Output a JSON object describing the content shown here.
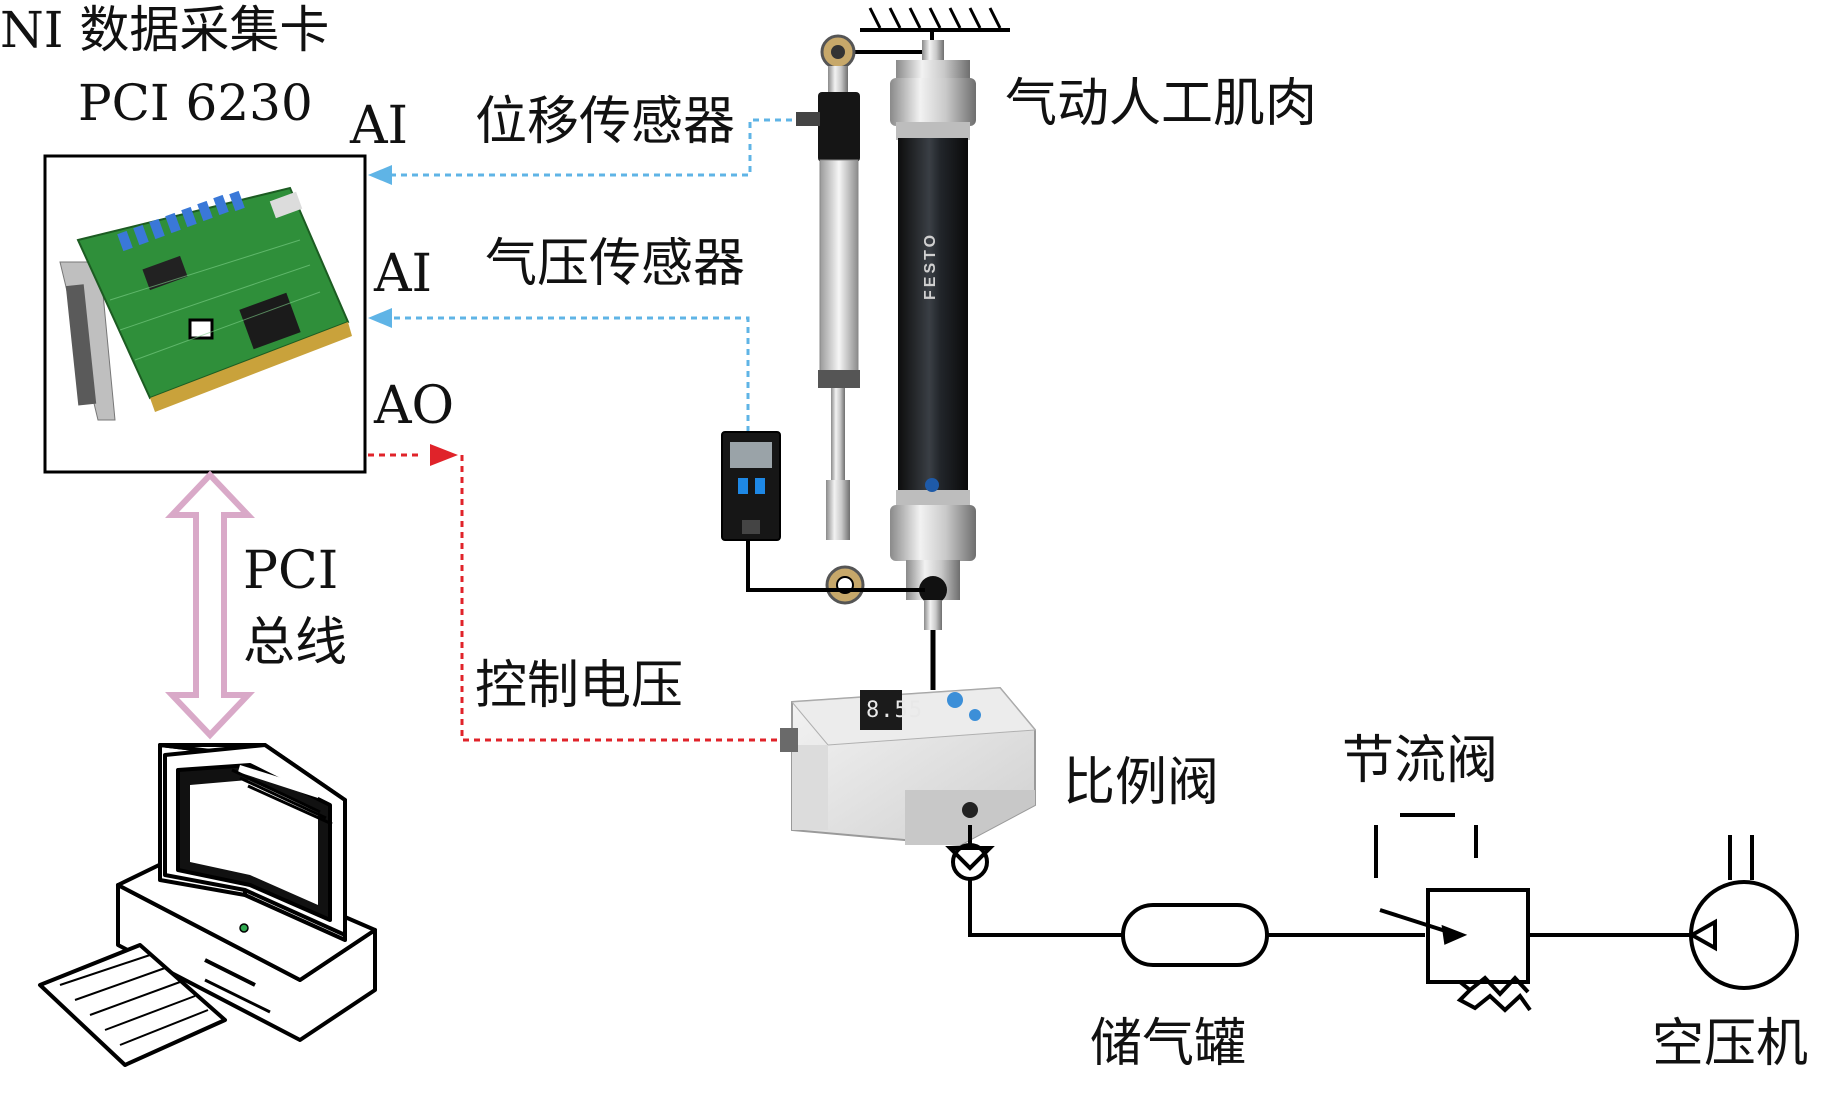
{
  "daq": {
    "title": "NI 数据采集卡",
    "model": "PCI 6230"
  },
  "ports": {
    "ai_displacement": "AI",
    "ai_pressure": "AI",
    "ao": "AO"
  },
  "bus": {
    "line1": "PCI",
    "line2": "总线"
  },
  "components": {
    "displacement_sensor": "位移传感器",
    "pressure_sensor": "气压传感器",
    "muscle": "气动人工肌肉",
    "control_voltage": "控制电压",
    "proportional_valve": "比例阀",
    "throttle_valve": "节流阀",
    "tank": "储气罐",
    "compressor": "空压机"
  },
  "muscle_brand": "FESTO",
  "valve_display": "8.55",
  "colors": {
    "signal_in": "#5fb4e6",
    "signal_out": "#e0232a",
    "bus": "#d9a9c8",
    "pcb": "#2f8f3a",
    "pipe": "#000000"
  }
}
